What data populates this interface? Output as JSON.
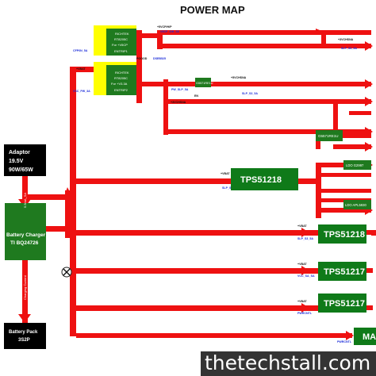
{
  "title": "POWER MAP",
  "adaptor": {
    "line1": "Adaptor",
    "line2": "19.5V",
    "line3": "90W/65W"
  },
  "charger": {
    "line1": "Battery Charger",
    "line2": "TI BQ24726"
  },
  "battery": {
    "line1": "Battery Pack",
    "line2": "3S2P"
  },
  "richtek1": {
    "line1": "RICHTEK",
    "line2": "RT8205C",
    "line3": "For +V5CP",
    "line4": "ENTRIP1"
  },
  "richtek2": {
    "line1": "RICHTEK",
    "line2": "RT8205C",
    "line3": "For +V3.3A",
    "line4": "ENTRIP2"
  },
  "g5571_1": "G5571RE1U",
  "g5571_2": "G5571RE1U",
  "tps_main": "TPS51218",
  "tps_row1": "TPS51218",
  "tps_row2": "TPS51217",
  "tps_row3": "TPS51217",
  "partial_box": "MA",
  "ldo1": "LDO G2997",
  "ldo2": "LDO APL5930",
  "vlabels": {
    "charger_in": "5.5mA_SA",
    "charging_current": "Charging Current"
  },
  "small": {
    "v5cp_top": "+5VCP/H/P",
    "v5cp_s": "V5CP_S/H_S5",
    "richtek_pin_left1": "CFP0N_5A",
    "richtek_pin_right1": "EN",
    "vin_richtek": "+VBAT",
    "sg_pin": "VSC_PW_3A",
    "pgood": "PGOOD",
    "pgood_r": "DSEB525",
    "vbat_left1": "+VBAT",
    "v3a_top": "+3VCHSNA",
    "v3a_s": "SLP_S3_5A",
    "v3a_top2": "+5VCHSNA",
    "slp": "SLP_S3_5A",
    "en": "EN",
    "pin_g1_left": "PW_SLP_5A",
    "pin_g1_right": "+3VCHSNA",
    "tps_main_in": "+VBAT",
    "tps_main_ctrl": "SLP_S3_5A",
    "row1_in": "+VBAT",
    "row1_ctrl": "SLP_S3_5A",
    "row2_in": "+VBAT",
    "row2_ctrl": "VCC_SA_SA",
    "row3_in": "+VBAT",
    "row3_ctrl": "PWRCNTL",
    "ma_ctrl": "PWRCNTL"
  },
  "watermark": "thetechstall.com",
  "colors": {
    "wire": "#ee1111",
    "green_block": "#1f7a1f",
    "black_block": "#000000",
    "yellow_block": "#ffff00",
    "tps_block": "#0f7a19",
    "signal_blue": "#1a2bd9"
  }
}
